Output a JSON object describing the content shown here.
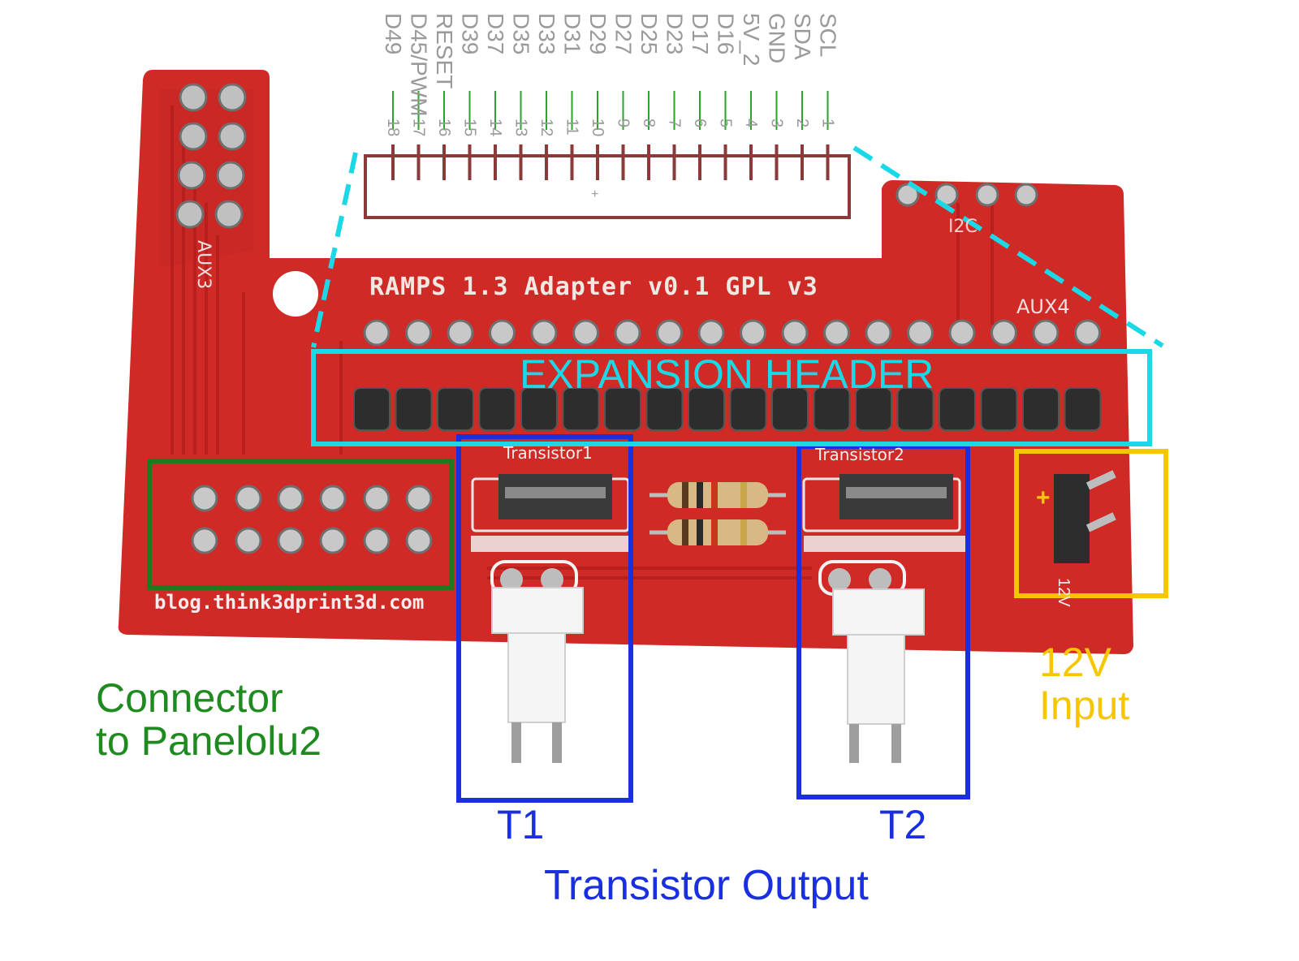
{
  "header_pins": [
    {
      "num": "18",
      "name": "D49"
    },
    {
      "num": "17",
      "name": "D45/PWM"
    },
    {
      "num": "16",
      "name": "RESET"
    },
    {
      "num": "15",
      "name": "D39"
    },
    {
      "num": "14",
      "name": "D37"
    },
    {
      "num": "13",
      "name": "D35"
    },
    {
      "num": "12",
      "name": "D33"
    },
    {
      "num": "11",
      "name": "D31"
    },
    {
      "num": "10",
      "name": "D29"
    },
    {
      "num": "9",
      "name": "D27"
    },
    {
      "num": "8",
      "name": "D25"
    },
    {
      "num": "7",
      "name": "D23"
    },
    {
      "num": "6",
      "name": "D17"
    },
    {
      "num": "5",
      "name": "D16"
    },
    {
      "num": "4",
      "name": "5V_2"
    },
    {
      "num": "3",
      "name": "GND"
    },
    {
      "num": "2",
      "name": "SDA"
    },
    {
      "num": "1",
      "name": "SCL"
    }
  ],
  "board": {
    "title": "RAMPS 1.3 Adapter v0.1 GPL v3",
    "aux3": "AUX3",
    "aux4": "AUX4",
    "i2c": "I2C",
    "blog": "blog.think3dprint3d.com",
    "transistor1": "Transistor1",
    "transistor2": "Transistor2",
    "plus": "+",
    "board_12v": "12V"
  },
  "annotations": {
    "expansion_header": "EXPANSION HEADER",
    "connector_line1": "Connector",
    "connector_line2": "to Panelolu2",
    "t1": "T1",
    "t2": "T2",
    "transistor_output": "Transistor Output",
    "input_line1": "12V",
    "input_line2": "Input"
  },
  "colors": {
    "pcb": "#cf2a26",
    "pcb_dark": "#a81c1a",
    "green_box": "#1f7a1f",
    "blue_box": "#1a2fe0",
    "yellow_box": "#f6c700",
    "cyan_box": "#1ad8e6",
    "schematic_red": "#8b3a3a",
    "schematic_green": "#2aa52a"
  }
}
